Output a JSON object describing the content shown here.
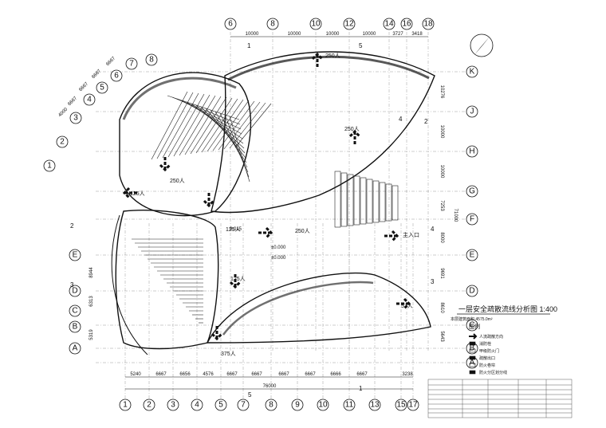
{
  "drawing": {
    "title": "一层安全疏散流线分析图 1:400",
    "area_note": "本层建筑面积 4575.0m²",
    "legend_title": "图例",
    "legend_items": [
      {
        "icon": "evacuation-arrow-icon",
        "label": "人流疏散方向"
      },
      {
        "icon": "fire-hydrant-icon",
        "label": "消防栓"
      },
      {
        "icon": "fire-door-icon",
        "label": "甲级防火门"
      },
      {
        "icon": "exit-icon",
        "label": "疏散出口"
      },
      {
        "icon": "shutter-icon",
        "label": "防火卷帘"
      },
      {
        "icon": "slope-icon",
        "label": "防火分区划分线"
      }
    ]
  },
  "grid": {
    "top_numbers": [
      "6",
      "8",
      "10",
      "12",
      "14",
      "16",
      "18"
    ],
    "bottom_numbers": [
      "1",
      "2",
      "3",
      "4",
      "5",
      "7",
      "8",
      "9",
      "10",
      "11",
      "13",
      "15",
      "17"
    ],
    "right_letters": [
      "K",
      "J",
      "H",
      "G",
      "F",
      "E",
      "D",
      "C",
      "B",
      "A"
    ],
    "left_letters": [
      "E",
      "D",
      "C",
      "B",
      "A"
    ],
    "diag_left": [
      "1",
      "2",
      "3",
      "4",
      "5",
      "6",
      "7",
      "8"
    ]
  },
  "dimensions": {
    "top": [
      "10000",
      "10000",
      "10000",
      "10000",
      "3727",
      "3418"
    ],
    "bottom": [
      "5240",
      "6667",
      "6656",
      "4576",
      "6667",
      "6667",
      "6667",
      "6667",
      "6666",
      "6667",
      "3238"
    ],
    "overall": "76000",
    "right": [
      "10276",
      "10000",
      "10000",
      "7253",
      "8000",
      "9691",
      "8610",
      "5643"
    ],
    "right_total": "71000",
    "left": [
      "8944",
      "6313",
      "5319"
    ],
    "diag": [
      "6667",
      "6667",
      "6667",
      "6667",
      "4000"
    ]
  },
  "flows": [
    {
      "label": "250人"
    },
    {
      "label": "250人"
    },
    {
      "label": "250人"
    },
    {
      "label": "250人"
    },
    {
      "label": "125人"
    },
    {
      "label": "125人"
    },
    {
      "label": "125人"
    },
    {
      "label": "375人"
    },
    {
      "label": "57人"
    },
    {
      "label": "主入口"
    }
  ],
  "levels": [
    "±0.000",
    "±0.000",
    "0.015"
  ],
  "section_marks": [
    "1",
    "1",
    "2",
    "2",
    "3",
    "3",
    "4",
    "4",
    "5",
    "5"
  ]
}
